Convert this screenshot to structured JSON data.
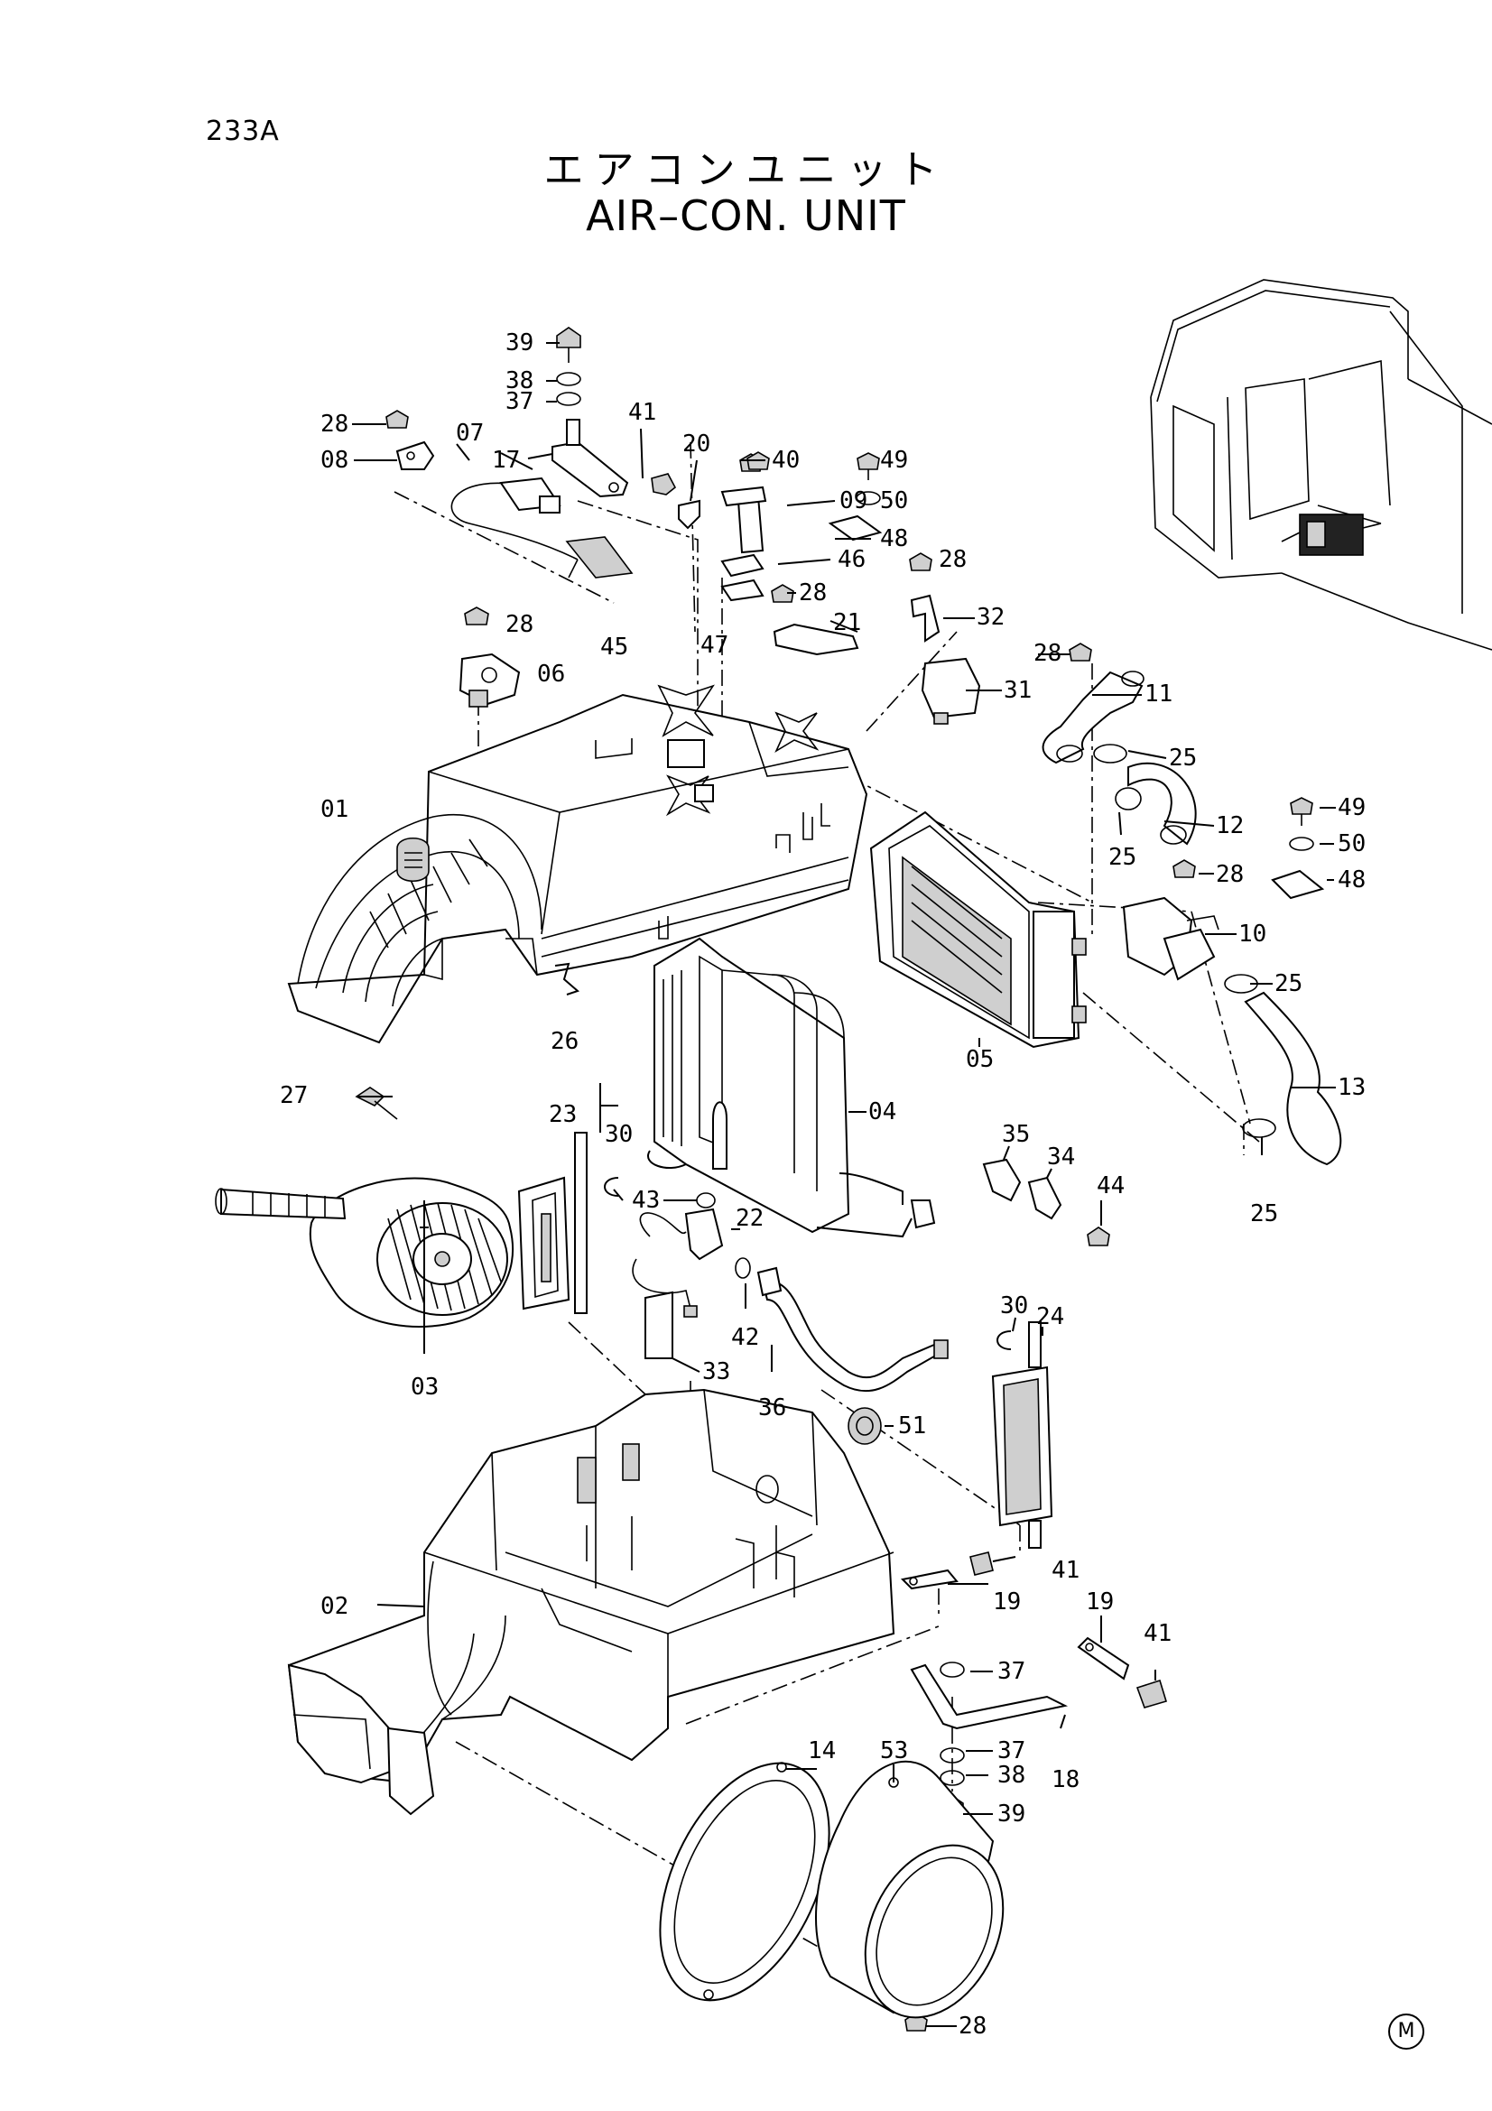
{
  "page_code": "233A",
  "title_jp": "エアコンユニット",
  "title_en": "AIR–CON. UNIT",
  "corner_mark": "M",
  "callouts": {
    "c01": "01",
    "c02": "02",
    "c03": "03",
    "c04": "04",
    "c05": "05",
    "c06": "06",
    "c07": "07",
    "c08": "08",
    "c09": "09",
    "c10": "10",
    "c11": "11",
    "c12": "12",
    "c13": "13",
    "c14": "14",
    "c17": "17",
    "c18": "18",
    "c19a": "19",
    "c19b": "19",
    "c20": "20",
    "c21": "21",
    "c22": "22",
    "c23": "23",
    "c24": "24",
    "c25a": "25",
    "c25b": "25",
    "c25c": "25",
    "c25d": "25",
    "c26": "26",
    "c27": "27",
    "c28a": "28",
    "c28b": "28",
    "c28c": "28",
    "c28d": "28",
    "c28e": "28",
    "c28f": "28",
    "c28g": "28",
    "c30a": "30",
    "c30b": "30",
    "c31": "31",
    "c32": "32",
    "c33": "33",
    "c34": "34",
    "c35": "35",
    "c36": "36",
    "c37a": "37",
    "c37b": "37",
    "c37c": "37",
    "c38a": "38",
    "c38b": "38",
    "c39a": "39",
    "c39b": "39",
    "c40": "40",
    "c41a": "41",
    "c41b": "41",
    "c41c": "41",
    "c42": "42",
    "c43": "43",
    "c44": "44",
    "c45": "45",
    "c46": "46",
    "c47": "47",
    "c48a": "48",
    "c48b": "48",
    "c49a": "49",
    "c49b": "49",
    "c50a": "50",
    "c50b": "50",
    "c51": "51",
    "c53": "53"
  }
}
